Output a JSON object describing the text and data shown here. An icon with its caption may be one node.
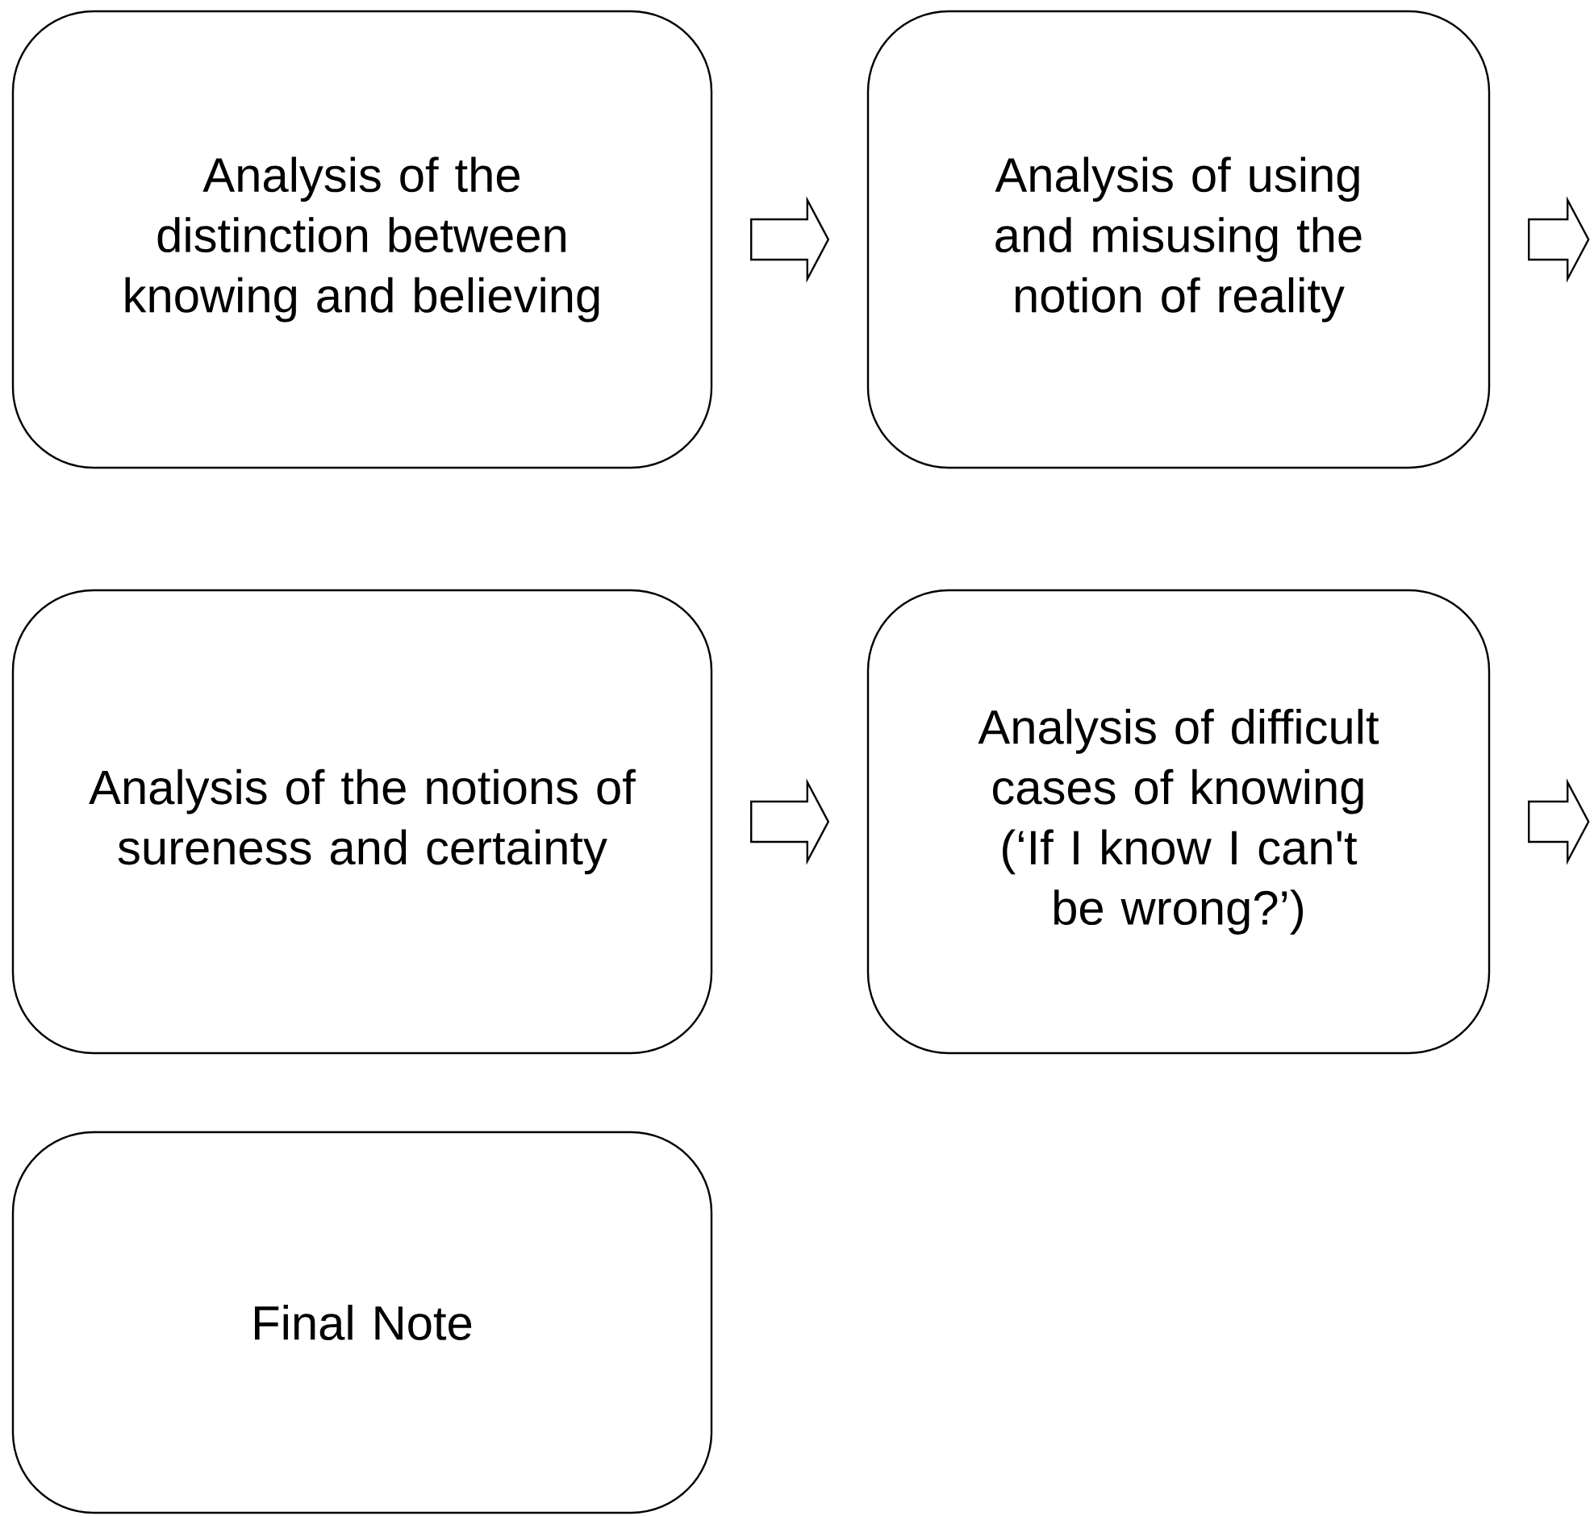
{
  "diagram": {
    "nodes": [
      {
        "text": [
          "Analysis of the distinction between knowing and believing"
        ]
      },
      {
        "text": [
          "Analysis of using and misusing the notion of reality"
        ]
      },
      {
        "text": [
          "Analysis of the notions of sureness and certainty"
        ]
      },
      {
        "text": [
          "Analysis of difficult cases of knowing (‘If I know I can't be wrong?’)"
        ]
      },
      {
        "text": [
          "Final Note"
        ]
      }
    ],
    "edges": [
      {
        "from": 0,
        "to": 1,
        "arrow": "to"
      },
      {
        "from": 1,
        "to": null,
        "arrow": "to"
      },
      {
        "from": 2,
        "to": 3,
        "arrow": "to"
      },
      {
        "from": 3,
        "to": null,
        "arrow": "to"
      }
    ]
  }
}
